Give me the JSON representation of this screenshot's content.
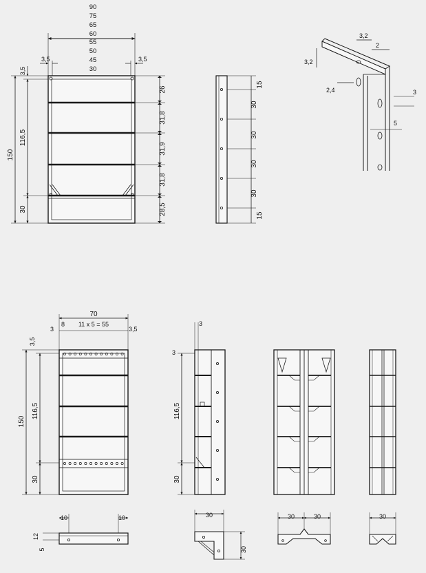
{
  "drawing": {
    "background": "#efefef",
    "line_color": "#1a1a1a",
    "frame_fill": "#f7f7f7"
  },
  "view_front_1": {
    "width_options": [
      "90",
      "75",
      "65",
      "60",
      "55",
      "50",
      "45",
      "30"
    ],
    "side_margin_left": "3,5",
    "side_margin_right": "3,5",
    "top_offset": "3,5",
    "total_height": "150",
    "inner_height": "116,5",
    "bottom_height": "30",
    "shelf_spacing": [
      "26",
      "31,8",
      "31,9",
      "31,8",
      "28,5"
    ]
  },
  "view_side_1": {
    "hole_spacing": [
      "15",
      "30",
      "30",
      "30",
      "30",
      "15"
    ]
  },
  "detail_corner": {
    "dim_top_width": "3,2",
    "dim_slot": "2",
    "dim_side": "3,2",
    "dim_hole": "2,4",
    "dim_hole_height": "3",
    "dim_hole_offset": "5"
  },
  "view_front_2": {
    "total_width": "70",
    "left_margin": "3",
    "hole_offset": "8",
    "hole_pattern": "11 x 5 = 55",
    "right_margin": "3,5",
    "top_offset": "3,5",
    "total_height": "150",
    "inner_height": "116,5",
    "bottom_height": "30"
  },
  "view_side_2": {
    "depth_top": "3",
    "top_offset": "3",
    "inner_height": "116,5",
    "bottom_height": "30"
  },
  "section_bottom": {
    "bar_left": "10",
    "bar_right": "10",
    "bar_height": "12",
    "bar_offset": "5",
    "bracket_width": "30",
    "bracket_height": "30",
    "double_width_left": "30",
    "double_width_right": "30",
    "single_width": "30"
  }
}
